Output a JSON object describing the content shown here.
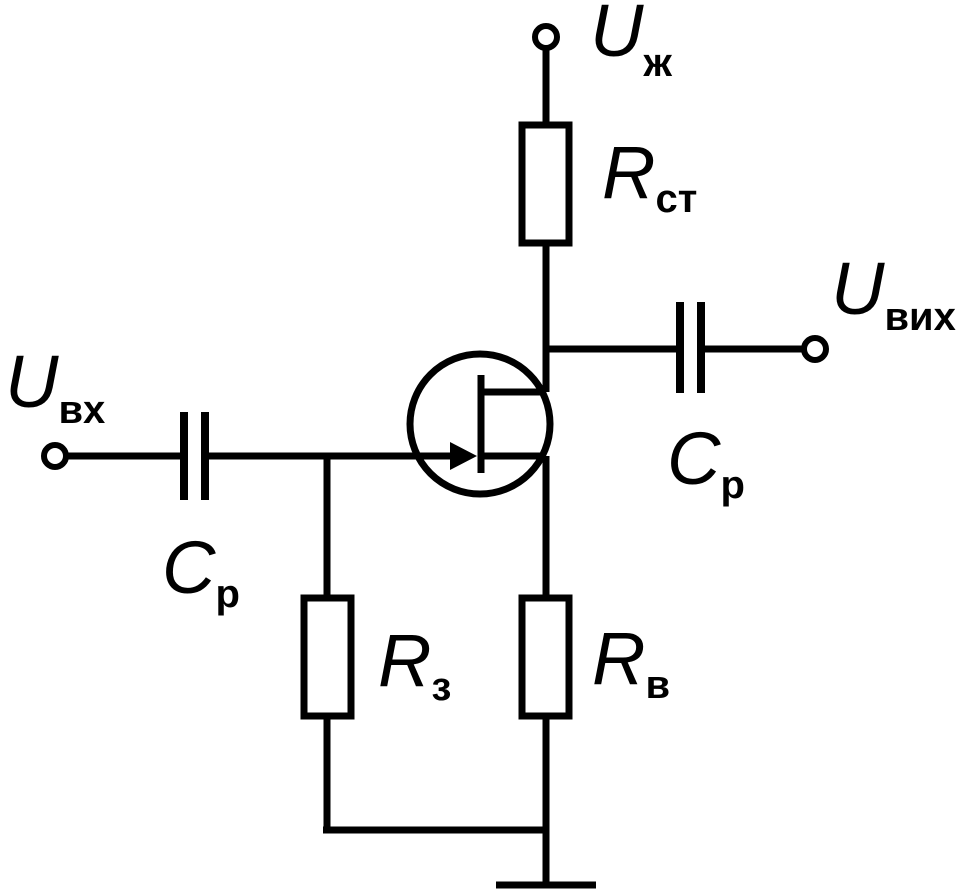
{
  "labels": {
    "supply": {
      "symbol": "U",
      "subscript": "ж"
    },
    "input": {
      "symbol": "U",
      "subscript": "вх"
    },
    "output": {
      "symbol": "U",
      "subscript": "вих"
    },
    "r_drain": {
      "symbol": "R",
      "subscript": "ст"
    },
    "r_gate": {
      "symbol": "R",
      "subscript": "з"
    },
    "r_source": {
      "symbol": "R",
      "subscript": "в"
    },
    "c_input": {
      "symbol": "C",
      "subscript": "р"
    },
    "c_output": {
      "symbol": "C",
      "subscript": "р"
    }
  }
}
